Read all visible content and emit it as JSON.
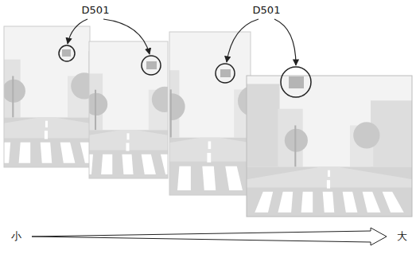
{
  "diagram": {
    "labels": [
      "D501",
      "D501",
      "小",
      "大"
    ]
  }
}
